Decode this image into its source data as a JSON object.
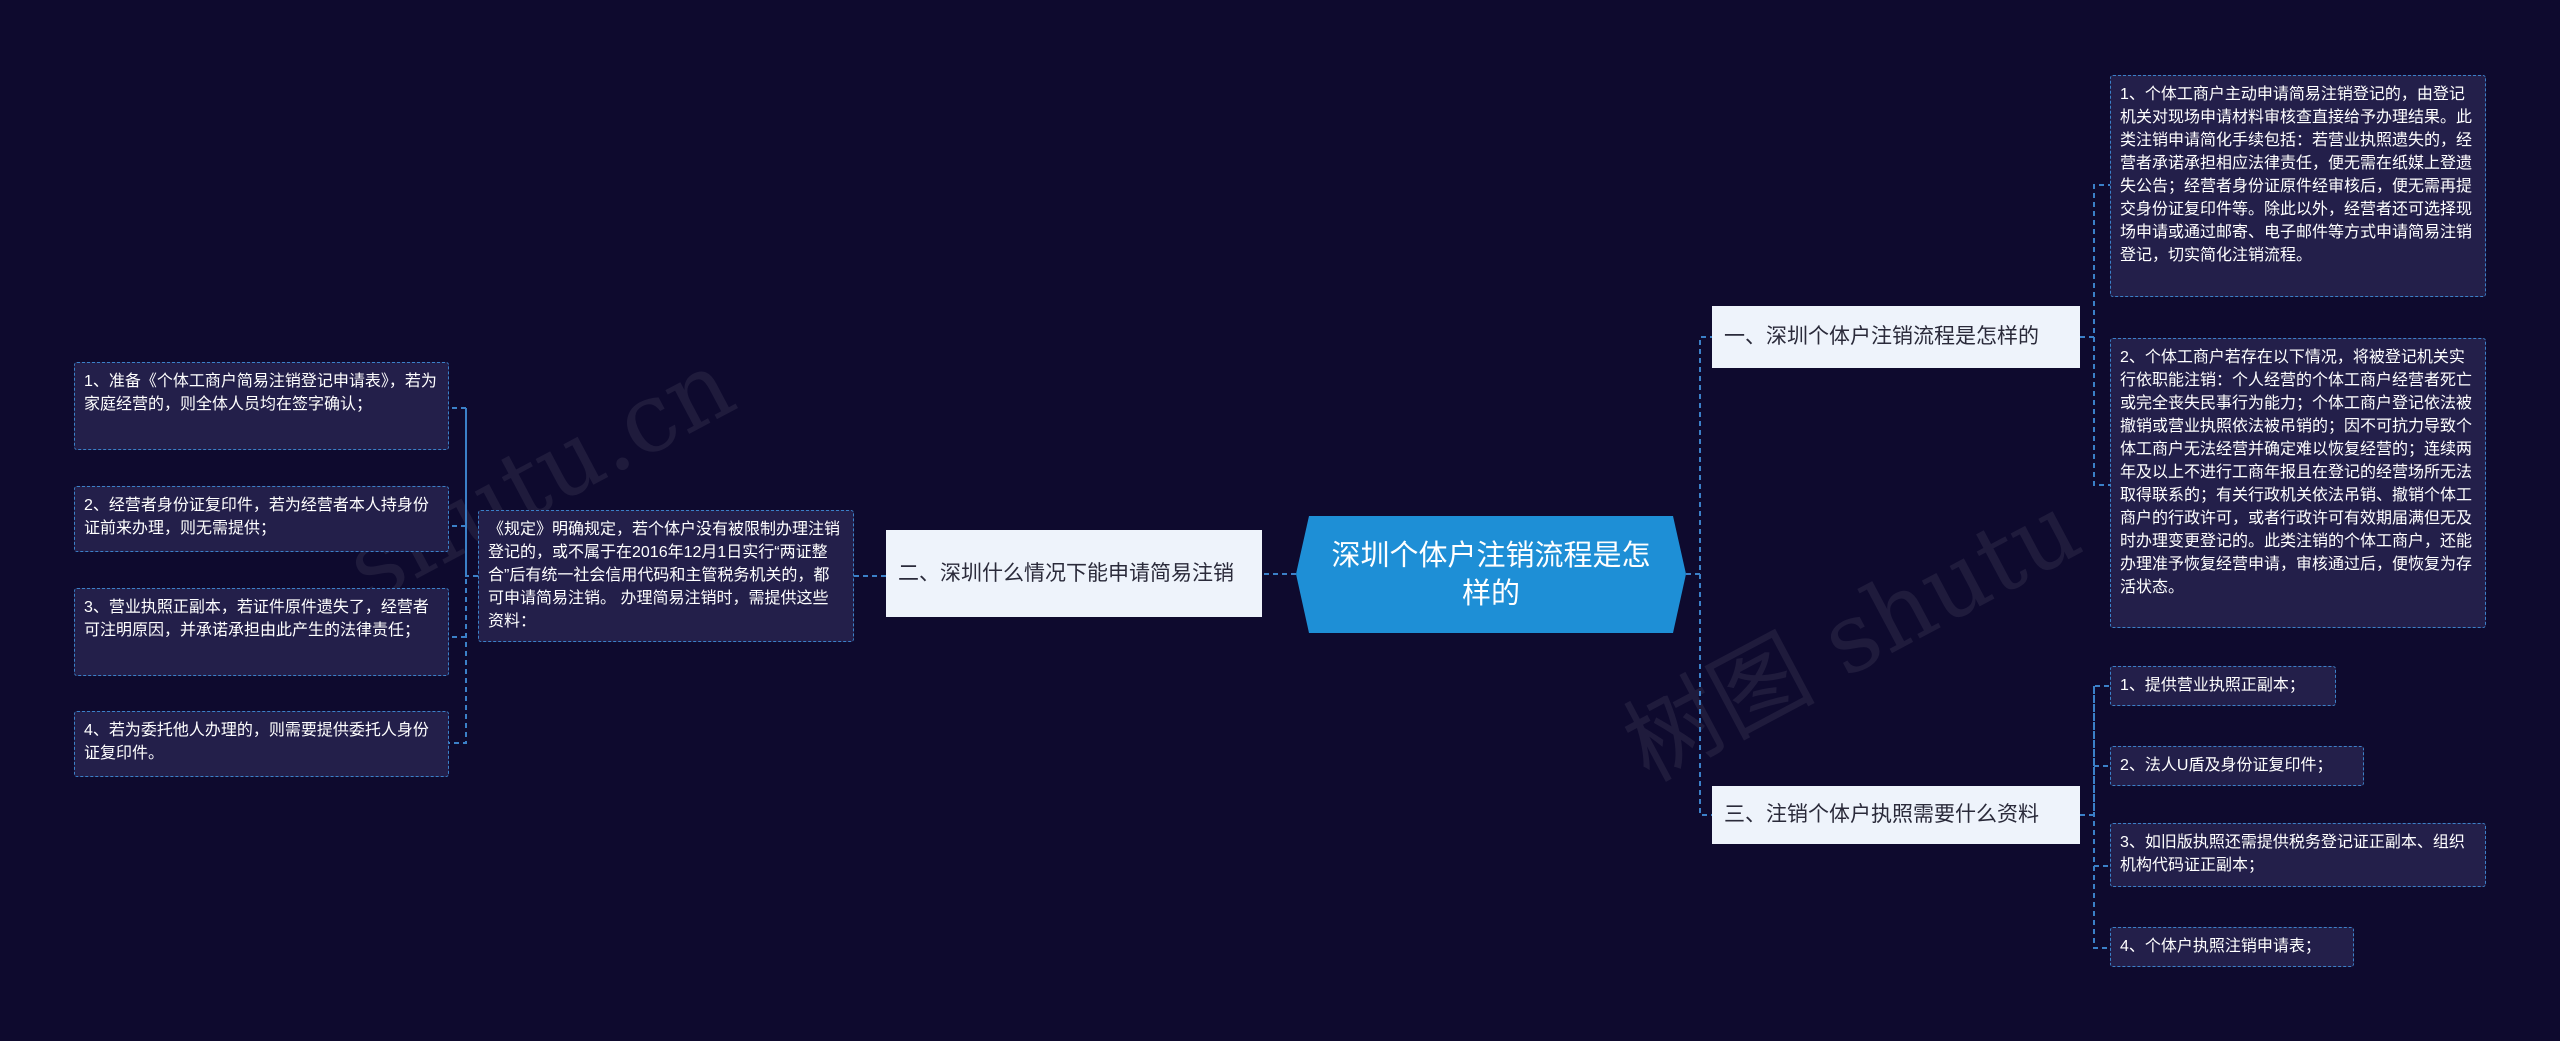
{
  "watermarks": [
    "shutu.cn",
    "树图 shutu"
  ],
  "root": "深圳个体户注销流程是怎样的",
  "branches": {
    "b1": "一、深圳个体户注销流程是怎样的",
    "b2": "二、深圳什么情况下能申请简易注销",
    "b3": "三、注销个体户执照需要什么资料"
  },
  "b1_leaves": [
    "1、个体工商户主动申请简易注销登记的，由登记机关对现场申请材料审核查直接给予办理结果。此类注销申请简化手续包括：若营业执照遗失的，经营者承诺承担相应法律责任，便无需在纸媒上登遗失公告；经营者身份证原件经审核后，便无需再提交身份证复印件等。除此以外，经营者还可选择现场申请或通过邮寄、电子邮件等方式申请简易注销登记，切实简化注销流程。",
    "2、个体工商户若存在以下情况，将被登记机关实行依职能注销：个人经营的个体工商户经营者死亡或完全丧失民事行为能力；个体工商户登记依法被撤销或营业执照依法被吊销的；因不可抗力导致个体工商户无法经营并确定难以恢复经营的；连续两年及以上不进行工商年报且在登记的经营场所无法取得联系的；有关行政机关依法吊销、撤销个体工商户的行政许可，或者行政许可有效期届满但无及时办理变更登记的。此类注销的个体工商户，还能办理准予恢复经营申请，审核通过后，便恢复为存活状态。"
  ],
  "b2_mid": "《规定》明确规定，若个体户没有被限制办理注销登记的，或不属于在2016年12月1日实行“两证整合”后有统一社会信用代码和主管税务机关的，都可申请简易注销。 办理简易注销时，需提供这些资料：",
  "b2_leaves": [
    "1、准备《个体工商户简易注销登记申请表》，若为家庭经营的，则全体人员均在签字确认；",
    "2、经营者身份证复印件，若为经营者本人持身份证前来办理，则无需提供；",
    "3、营业执照正副本，若证件原件遗失了，经营者可注明原因，并承诺承担由此产生的法律责任；",
    "4、若为委托他人办理的，则需要提供委托人身份证复印件。"
  ],
  "b3_leaves": [
    "1、提供营业执照正副本；",
    "2、法人U盾及身份证复印件；",
    "3、如旧版执照还需提供税务登记证正副本、组织机构代码证正副本；",
    "4、个体户执照注销申请表；"
  ],
  "colors": {
    "background": "#0e0a2e",
    "root": "#1e8fd6",
    "branch": "#eef3fb",
    "leaf": "#231f4a",
    "connector": "#3b80c8"
  }
}
